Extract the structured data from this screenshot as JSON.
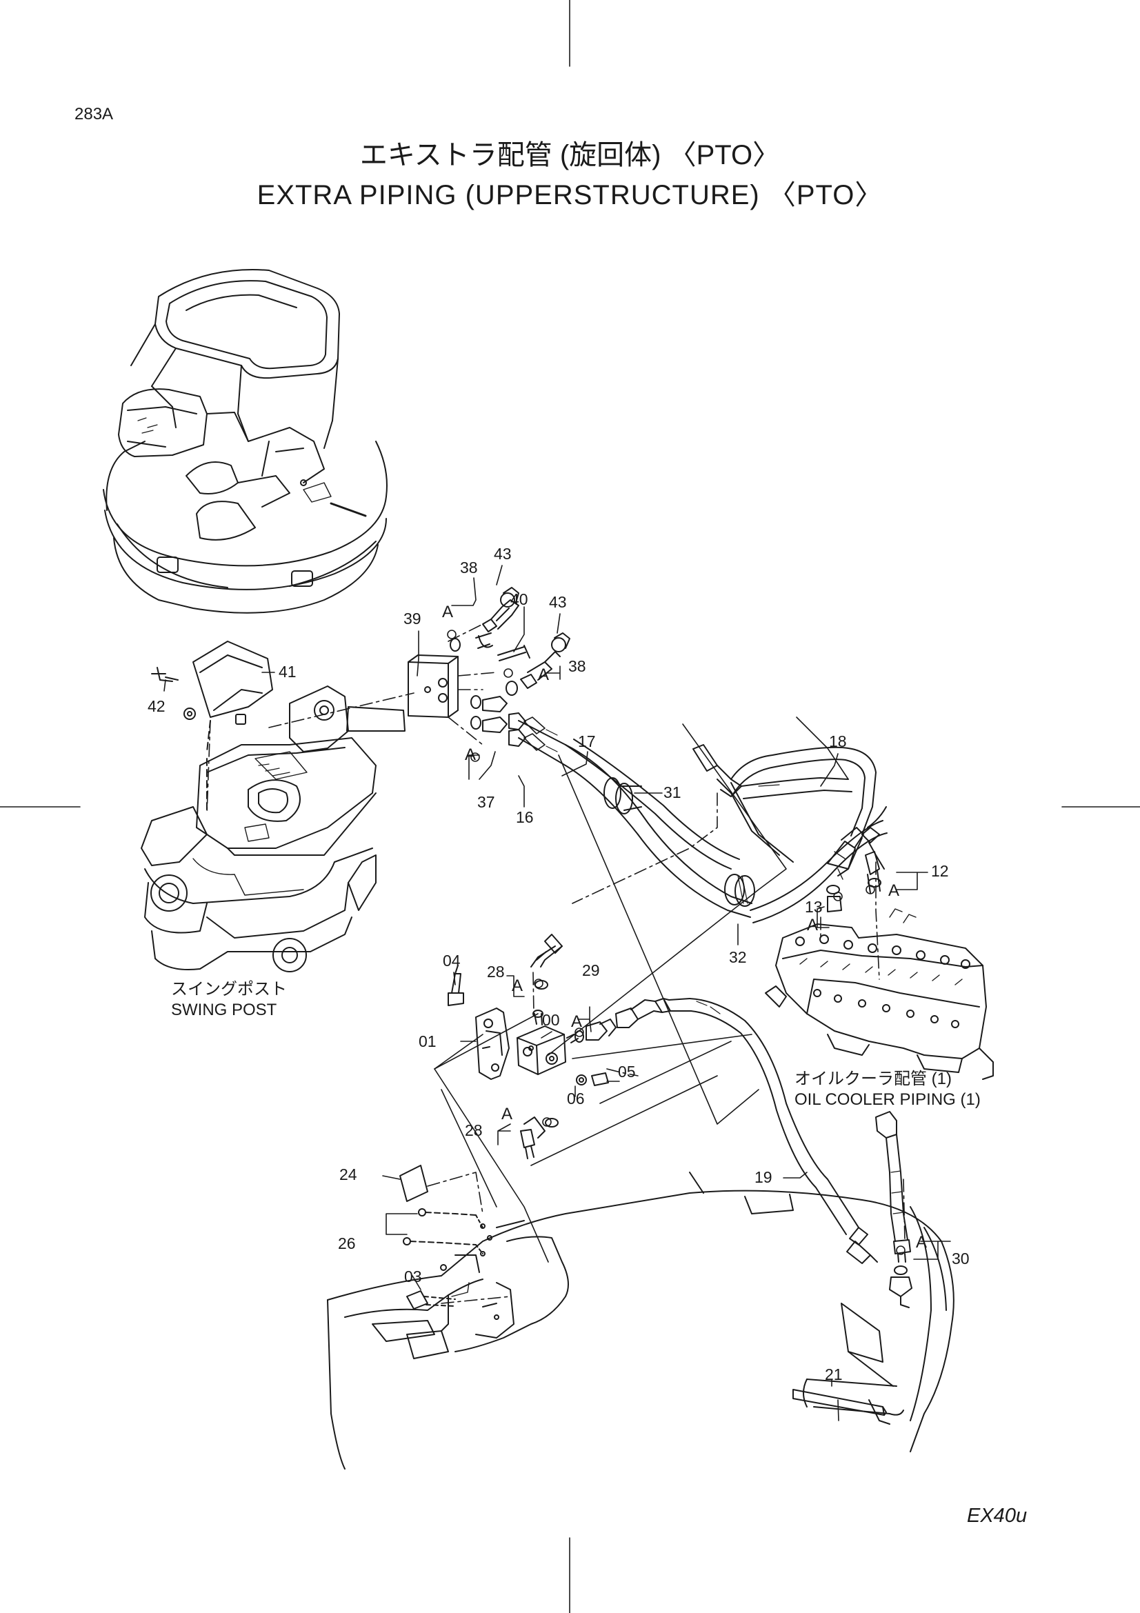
{
  "page": {
    "code": "283A",
    "title_jp": "エキストラ配管 (旋回体) 〈PTO〉",
    "title_en": "EXTRA PIPING (UPPERSTRUCTURE) 〈PTO〉",
    "model": "EX40u"
  },
  "annotations": {
    "swing_post_jp": "スイングポスト",
    "swing_post_en": "SWING  POST",
    "oil_cooler_jp": "オイルクーラ配管 (1)",
    "oil_cooler_en": "OIL COOLER  PIPING (1)"
  },
  "detail_marker": "A",
  "callouts": [
    "43",
    "38",
    "40",
    "43",
    "39",
    "38",
    "41",
    "42",
    "17",
    "18",
    "31",
    "37",
    "16",
    "12",
    "13",
    "32",
    "04",
    "28",
    "29",
    "00",
    "01",
    "05",
    "06",
    "28",
    "24",
    "19",
    "26",
    "03",
    "30",
    "21"
  ]
}
